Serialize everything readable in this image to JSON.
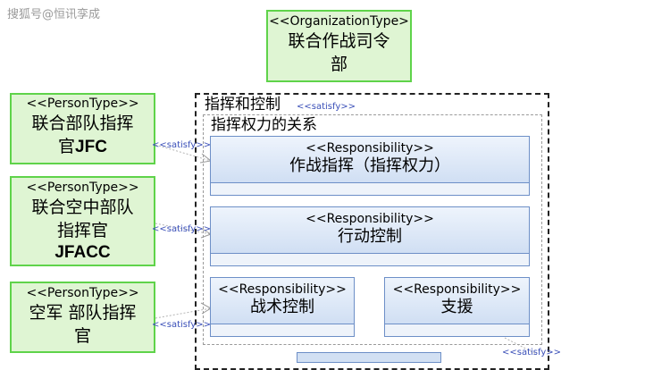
{
  "watermark": "搜狐号@恒讯孪成",
  "org": {
    "stereotype": "<<OrganizationType>",
    "title_line1": "联合作战司令",
    "title_line2": "部"
  },
  "persons": [
    {
      "stereotype": "<<PersonType>>",
      "line1": "联合部队指挥",
      "line2": "官",
      "abbr": "JFC"
    },
    {
      "stereotype": "<<PersonType>>",
      "line1": "联合空中部队",
      "line2": "指挥官",
      "abbr": "JFACC"
    },
    {
      "stereotype": "<<PersonType>>",
      "line1": "空军 部队指挥",
      "line2": "官",
      "abbr": ""
    }
  ],
  "frames": {
    "outer_title": "指挥和控制",
    "outer_satisfy": "<<satisfy>>",
    "inner_title": "指挥权力的关系"
  },
  "responsibilities": [
    {
      "stereotype": "<<Responsibility>>",
      "title": "作战指挥（指挥权力）"
    },
    {
      "stereotype": "<<Responsibility>>",
      "title": "行动控制"
    },
    {
      "stereotype": "<<Responsibility>>",
      "title": "战术控制"
    },
    {
      "stereotype": "<<Responsibility>>",
      "title": "支援"
    }
  ],
  "satisfy_labels": [
    "<<satisfy>>",
    "<<satisfy>>",
    "<<satisfy>>",
    "<<satisfy>>"
  ],
  "colors": {
    "person_fill": "#dff5d3",
    "person_border": "#5fd34a",
    "responsibility_border": "#6d8fc7",
    "satisfy_text": "#3a4fb8"
  }
}
